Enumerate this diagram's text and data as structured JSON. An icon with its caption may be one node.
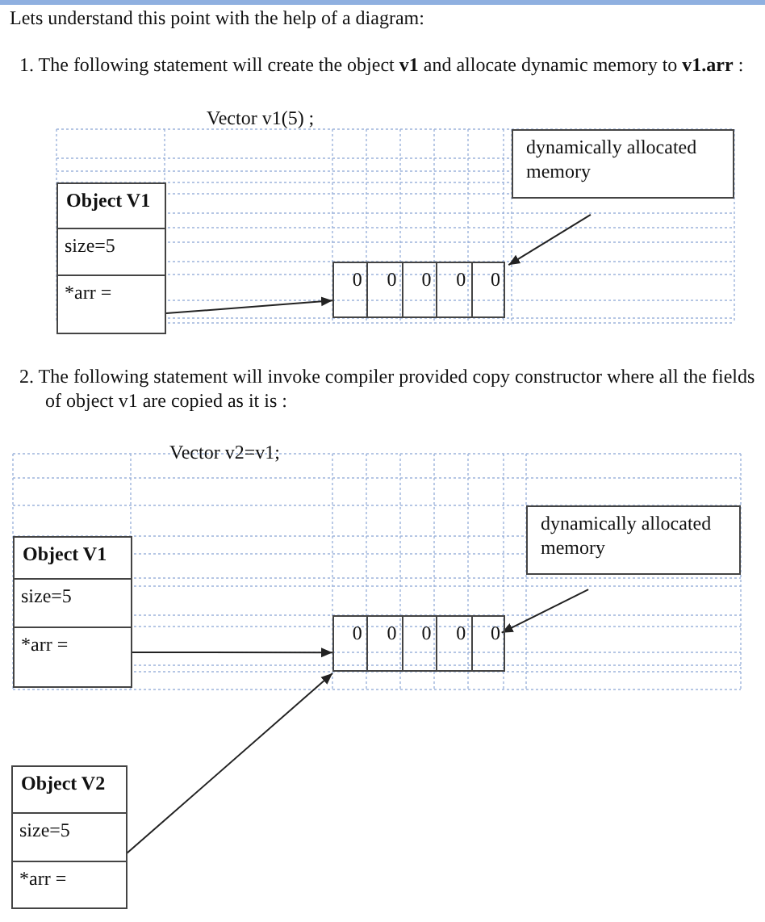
{
  "diagram": {
    "nodes": [
      {
        "text": [
          "Object V1"
        ]
      },
      {
        "text": [
          "size=5"
        ],
        "in": 0
      },
      {
        "text": [
          "*arr ="
        ],
        "in": 0
      },
      {
        "text": [],
        "shape": "box"
      },
      {
        "text": [
          "0"
        ],
        "in": 3
      },
      {
        "text": [
          "0"
        ],
        "in": 3
      },
      {
        "text": [
          "0"
        ],
        "in": 3
      },
      {
        "text": [
          "0"
        ],
        "in": 3
      },
      {
        "text": [
          "0"
        ],
        "in": 3
      },
      {
        "text": [
          "dynamically allocated memory"
        ]
      },
      {
        "text": [
          "Object V1"
        ]
      },
      {
        "text": [
          "size=5"
        ],
        "in": 10
      },
      {
        "text": [
          "*arr ="
        ],
        "in": 10
      },
      {
        "text": [],
        "shape": "box"
      },
      {
        "text": [
          "0"
        ],
        "in": 13
      },
      {
        "text": [
          "0"
        ],
        "in": 13
      },
      {
        "text": [
          "0"
        ],
        "in": 13
      },
      {
        "text": [
          "0"
        ],
        "in": 13
      },
      {
        "text": [
          "0"
        ],
        "in": 13
      },
      {
        "text": [
          "dynamically allocated memory"
        ]
      },
      {
        "text": [
          "Object V2"
        ]
      },
      {
        "text": [
          "size=5"
        ],
        "in": 20
      },
      {
        "text": [
          "*arr ="
        ],
        "in": 20
      }
    ],
    "edges": [
      {
        "from": 2,
        "to": 3,
        "arrow": "to"
      },
      {
        "from": 9,
        "to": 3,
        "arrow": "to"
      },
      {
        "from": 12,
        "to": 13,
        "arrow": "to"
      },
      {
        "from": 19,
        "to": 18,
        "arrow": "to"
      },
      {
        "from": 22,
        "to": 13,
        "arrow": "to"
      }
    ],
    "labels": [
      "Lets understand this point with the help of a diagram:",
      "1.  The following statement will create the object **v1** and allocate dynamic memory to **v1.arr** :",
      "Vector v1(5) ;",
      "2.  The following statement will invoke compiler provided copy constructor where all the fields of object v1 are copied as it is :",
      "Vector v2=v1;"
    ]
  }
}
